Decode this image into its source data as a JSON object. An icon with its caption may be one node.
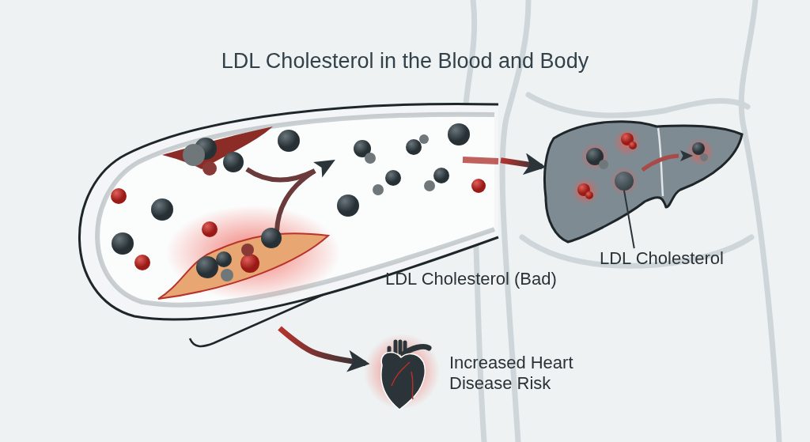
{
  "diagram": {
    "title": "LDL Cholesterol in the Blood and Body",
    "nodes": [
      {
        "text": [],
        "shape": "picture"
      },
      {
        "text": [],
        "shape": "picture"
      },
      {
        "text": [],
        "shape": "picture",
        "beside": [
          "Increased Heart Disease Risk"
        ]
      },
      {
        "text": [
          "LDL Cholesterol"
        ]
      },
      {
        "text": [],
        "shape": "circle",
        "in": 1
      }
    ],
    "edges": [
      {
        "from": 0,
        "to": 1,
        "arrow": "to"
      },
      {
        "from": 0,
        "to": 2,
        "arrow": "to"
      },
      {
        "from": 3,
        "to": 4,
        "arrow": "none"
      }
    ],
    "labels": [
      "LDL Cholesterol (Bad)"
    ]
  }
}
